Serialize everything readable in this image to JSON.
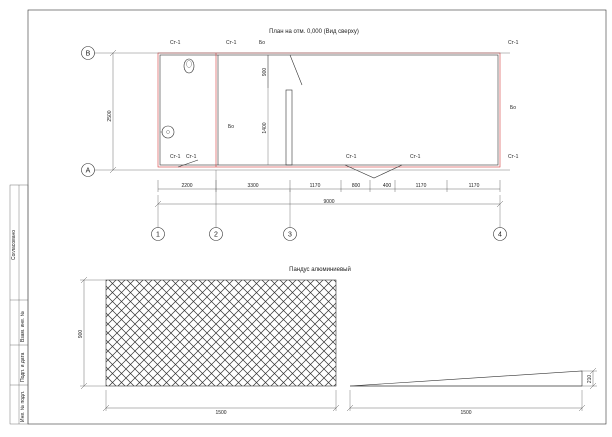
{
  "plan": {
    "title": "План на отм. 0,000 (Вид сверху)",
    "axis_rows": [
      "В",
      "А"
    ],
    "axis_cols": [
      "1",
      "2",
      "3",
      "4"
    ],
    "labels": {
      "st1": "Ст-1",
      "bo": "Бо"
    },
    "dims": {
      "height_total": "2500",
      "door_top": "900",
      "door_height": "1400",
      "seg1": "2200",
      "seg2": "3300",
      "seg3": "1170",
      "seg4": "800",
      "seg5": "400",
      "seg6": "1170",
      "seg7": "1170",
      "total": "9000"
    }
  },
  "panel": {
    "title": "Пандус алюминиевый",
    "height": "900",
    "width": "1500"
  },
  "ramp": {
    "rise": "210",
    "length": "1500"
  },
  "stamp": {
    "vertical_labels": [
      "Инв. № подл.",
      "Подп. и дата",
      "Взам. инв. №",
      "Согласовано"
    ]
  }
}
